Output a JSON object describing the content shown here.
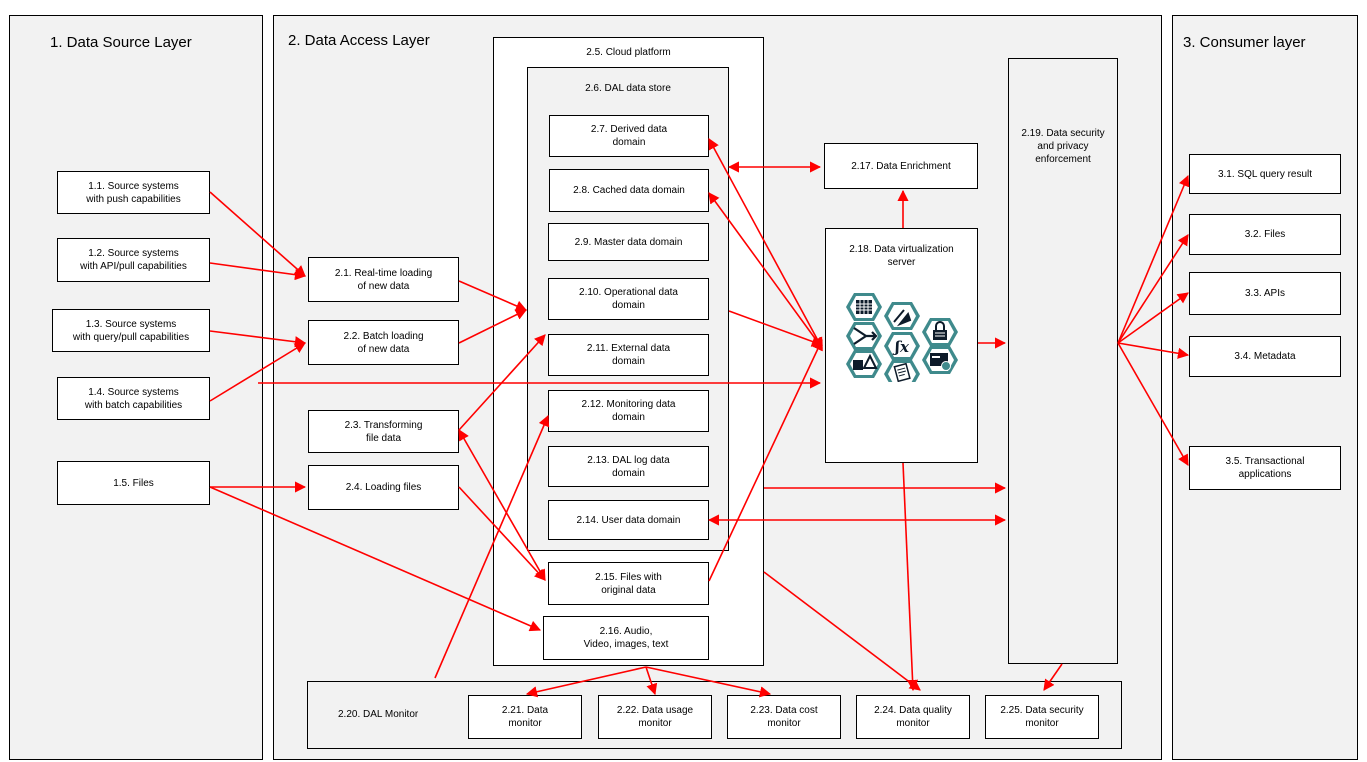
{
  "layers": {
    "source": "1. Data Source Layer",
    "access": "2. Data Access Layer",
    "consumer": "3. Consumer layer"
  },
  "sources": {
    "s1_1": "1.1. Source systems\nwith push capabilities",
    "s1_2": "1.2. Source  systems\nwith API/pull capabilities",
    "s1_3": "1.3. Source  systems\nwith query/pull capabilities",
    "s1_4": "1.4. Source systems\nwith batch capabilities",
    "s1_5": "1.5. Files"
  },
  "access": {
    "a2_1": "2.1. Real-time loading\nof new data",
    "a2_2": "2.2. Batch loading\nof new data",
    "a2_3": "2.3. Transforming\nfile data",
    "a2_4": "2.4. Loading files",
    "cloud": "2.5. Cloud platform",
    "store": "2.6. DAL data store",
    "a2_7": "2.7. Derived data\ndomain",
    "a2_8": "2.8. Cached data domain",
    "a2_9": "2.9. Master data domain",
    "a2_10": "2.10. Operational data\ndomain",
    "a2_11": "2.11. External data\ndomain",
    "a2_12": "2.12. Monitoring data\ndomain",
    "a2_13": "2.13. DAL log data\ndomain",
    "a2_14": "2.14. User data domain",
    "a2_15": "2.15. Files with\noriginal data",
    "a2_16": "2.16. Audio,\nVideo, images, text",
    "a2_17": "2.17. Data Enrichment",
    "a2_18": "2.18. Data virtualization\nserver",
    "a2_19": "2.19. Data security\nand privacy\nenforcement",
    "a2_20": "2.20. DAL Monitor",
    "a2_21": "2.21. Data\nmonitor",
    "a2_22": "2.22. Data usage\nmonitor",
    "a2_23": "2.23. Data cost\nmonitor",
    "a2_24": "2.24. Data quality\nmonitor",
    "a2_25": "2.25. Data security\nmonitor"
  },
  "consumers": {
    "c3_1": "3.1. SQL query result",
    "c3_2": "3.2. Files",
    "c3_3": "3.3. APIs",
    "c3_4": "3.4. Metadata",
    "c3_5": "3.5. Transactional\napplications"
  },
  "icons": [
    "table-icon",
    "broom-icon",
    "merge-arrow-icon",
    "function-icon",
    "lock-icon",
    "transform-shapes-icon",
    "document-icon",
    "secure-screen-icon"
  ],
  "colors": {
    "arrow": "#ff0000",
    "layer_bg": "#f2f2f2",
    "icon_hex": "#3f8a8c",
    "icon_fill": "#0d1b2a"
  }
}
